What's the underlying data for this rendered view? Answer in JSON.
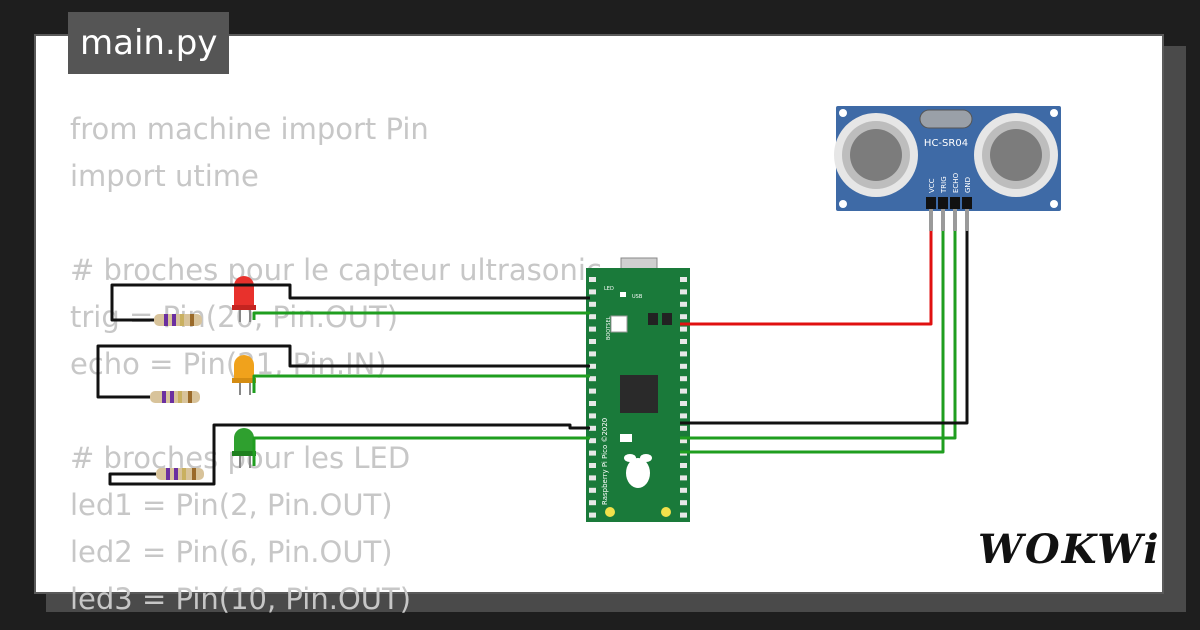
{
  "tab": {
    "filename": "main.py"
  },
  "code_lines": [
    "from machine import Pin",
    "import utime",
    "",
    "# broches pour le capteur ultrasonic",
    "trig = Pin(20, Pin.OUT)",
    "echo = Pin(21, Pin.IN)",
    "",
    "# broches pour les LED",
    "led1 = Pin(2, Pin.OUT)",
    "led2 = Pin(6, Pin.OUT)",
    "led3 = Pin(10, Pin.OUT)"
  ],
  "sensor": {
    "model": "HC-SR04",
    "pins": [
      "VCC",
      "TRIG",
      "ECHO",
      "GND"
    ]
  },
  "pico": {
    "silk_name": "Raspberry Pi Pico ©2020",
    "led_label": "LED",
    "usb_label": "USB",
    "bootsel_label": "BOOTSEL"
  },
  "leds": [
    {
      "color_name": "red",
      "color": "#e8312c"
    },
    {
      "color_name": "yellow",
      "color": "#f0a21c"
    },
    {
      "color_name": "green",
      "color": "#2fa02f"
    }
  ],
  "wire_colors": {
    "black": "#111111",
    "green": "#1f9e1f",
    "red": "#e01010"
  },
  "logo": "WOKWi"
}
